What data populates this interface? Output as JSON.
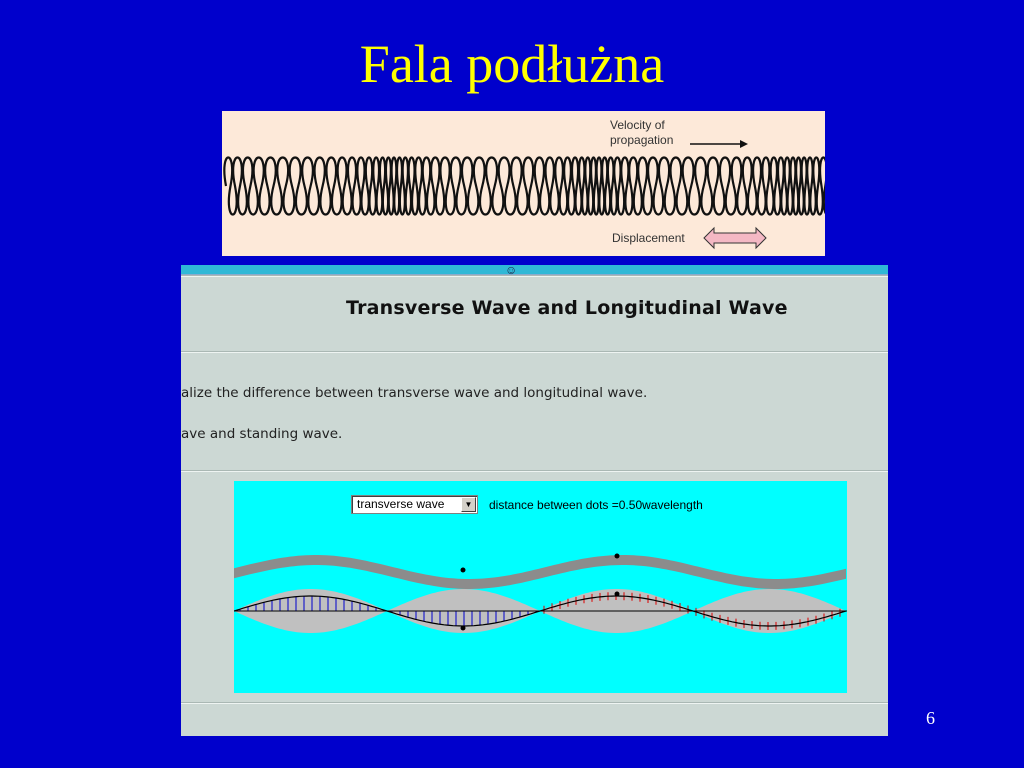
{
  "slide": {
    "title": "Fala podłużna",
    "page_number": "6"
  },
  "spring_figure": {
    "velocity_label_line1": "Velocity of",
    "velocity_label_line2": "propagation",
    "displacement_label": "Displacement",
    "arrow_fill_color": "#f4b8c4"
  },
  "applet": {
    "title": "Transverse Wave and Longitudinal Wave",
    "description_line1": "alize the difference between transverse wave and longitudinal wave.",
    "description_line2": "ave and standing wave.",
    "wave_type_select": {
      "selected": "transverse wave"
    },
    "distance_label": "distance between dots =0.50wavelength",
    "colors": {
      "sim_background": "#00ffff",
      "envelope": "#c0c0c0",
      "traveling_wave": "#8c8c8c",
      "blue_lines": "#0000cc",
      "red_ticks": "#dd0000"
    }
  }
}
